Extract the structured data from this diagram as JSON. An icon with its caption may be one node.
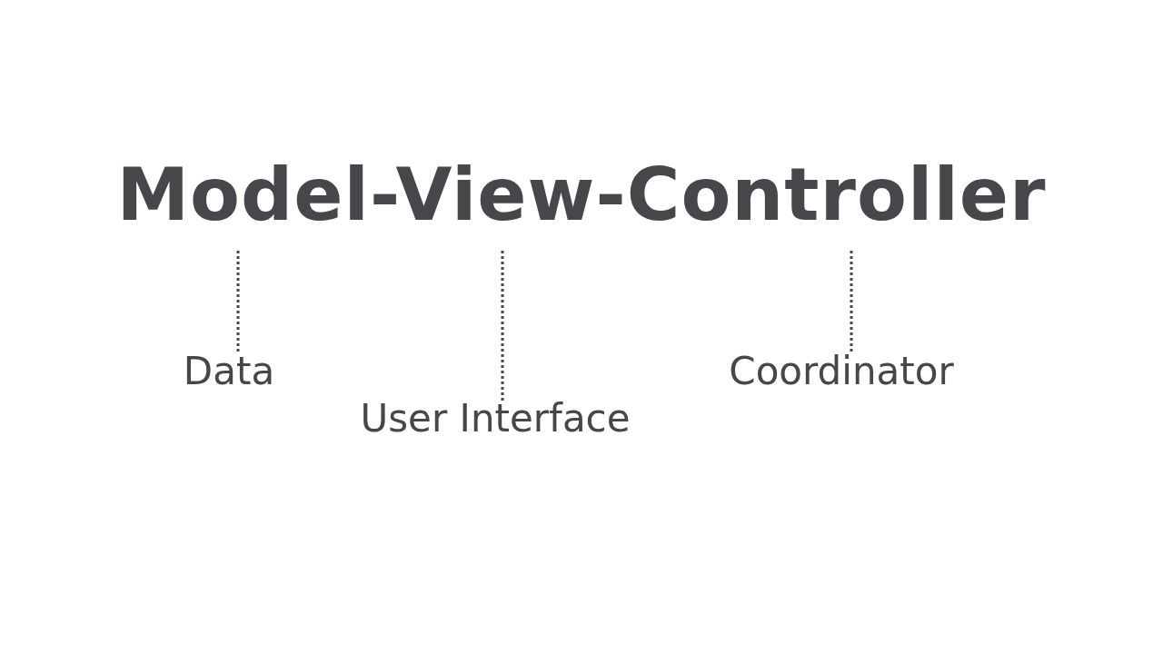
{
  "diagram": {
    "title": "Model-View-Controller",
    "nodes": [
      {
        "text": [
          "Data"
        ]
      },
      {
        "text": [
          "User Interface"
        ]
      },
      {
        "text": [
          "Coordinator"
        ]
      }
    ],
    "edges": [
      {
        "from": null,
        "to": 0,
        "arrow": "none",
        "style": "dashed"
      },
      {
        "from": null,
        "to": 1,
        "arrow": "none",
        "style": "dashed"
      },
      {
        "from": null,
        "to": 2,
        "arrow": "none",
        "style": "dashed"
      }
    ]
  }
}
